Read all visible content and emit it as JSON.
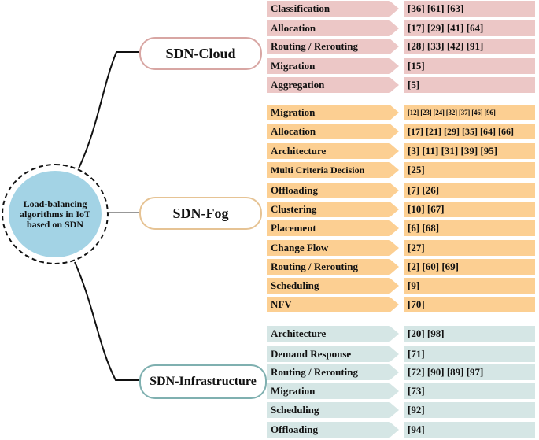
{
  "root": {
    "label": "Load-balancing algorithms in IoT based on SDN"
  },
  "branches": {
    "cloud": {
      "label": "SDN-Cloud",
      "items": [
        {
          "name": "Classification",
          "refs": "[36] [61] [63]"
        },
        {
          "name": "Allocation",
          "refs": "[17] [29] [41] [64]"
        },
        {
          "name": "Routing / Rerouting",
          "refs": "[28] [33] [42] [91]"
        },
        {
          "name": "Migration",
          "refs": "[15]"
        },
        {
          "name": "Aggregation",
          "refs": "[5]"
        }
      ]
    },
    "fog": {
      "label": "SDN-Fog",
      "items": [
        {
          "name": "Migration",
          "refs": "[12] [23] [24] [32] [37] [46]  [96]"
        },
        {
          "name": "Allocation",
          "refs": "[17] [21] [29] [35] [64] [66]"
        },
        {
          "name": "Architecture",
          "refs": "[3] [11] [31] [39] [95]"
        },
        {
          "name": "Multi Criteria Decision",
          "refs": "[25]"
        },
        {
          "name": "Offloading",
          "refs": "[7] [26]"
        },
        {
          "name": "Clustering",
          "refs": "[10] [67]"
        },
        {
          "name": "Placement",
          "refs": "[6] [68]"
        },
        {
          "name": "Change Flow",
          "refs": "[27]"
        },
        {
          "name": "Routing  / Rerouting",
          "refs": "[2] [60] [69]"
        },
        {
          "name": "Scheduling",
          "refs": "[9]"
        },
        {
          "name": "NFV",
          "refs": "[70]"
        }
      ]
    },
    "infra": {
      "label": "SDN-Infrastructure",
      "items": [
        {
          "name": "Architecture",
          "refs": "[20] [98]"
        },
        {
          "name": "Demand Response",
          "refs": "[71]"
        },
        {
          "name": "Routing / Rerouting",
          "refs": "[72] [90] [89] [97]"
        },
        {
          "name": "Migration",
          "refs": "[73]"
        },
        {
          "name": "Scheduling",
          "refs": "[92]"
        },
        {
          "name": "Offloading",
          "refs": "[94]"
        }
      ]
    }
  },
  "colors": {
    "cloud": "#ecc7c6",
    "fog": "#fccf92",
    "infra": "#d5e6e5",
    "root_fill": "#a3d3e5"
  }
}
